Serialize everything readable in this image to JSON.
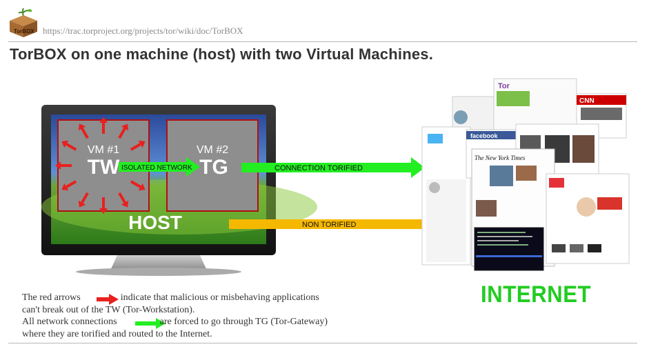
{
  "header": {
    "url": "https://trac.torproject.org/projects/tor/wiki/doc/TorBOX",
    "logo_text": "TorBOX"
  },
  "title": "TorBOX on one machine (host) with two Virtual Machines.",
  "diagram": {
    "vm1_label": "VM #1",
    "tw_label": "TW",
    "isolated_label": "ISOLATED NETWORK",
    "vm2_label": "VM #2",
    "tg_label": "TG",
    "host_label": "HOST",
    "torified_label": "CONNECTION  TORIFIED",
    "non_torified_label": "NON TORIFIED",
    "internet_label": "INTERNET",
    "cnn_label": "CNN",
    "facebook_label": "facebook",
    "nyt_label": "The New York Times",
    "tor_label": "Tor"
  },
  "caption": {
    "line1_prefix": "The red arrows",
    "line1_suffix": "indicate that malicious or misbehaving applications",
    "line2": "can't break out of the TW (Tor-Workstation).",
    "line3_prefix": "All network connections",
    "line3_suffix": "are forced to go through TG (Tor-Gateway)",
    "line4": "where they are torified and routed to the Internet."
  },
  "colors": {
    "red_arrow": "#e8201e",
    "green_arrow": "#22ee22",
    "yellow_arrow": "#f5b800",
    "internet": "#22cc22"
  }
}
